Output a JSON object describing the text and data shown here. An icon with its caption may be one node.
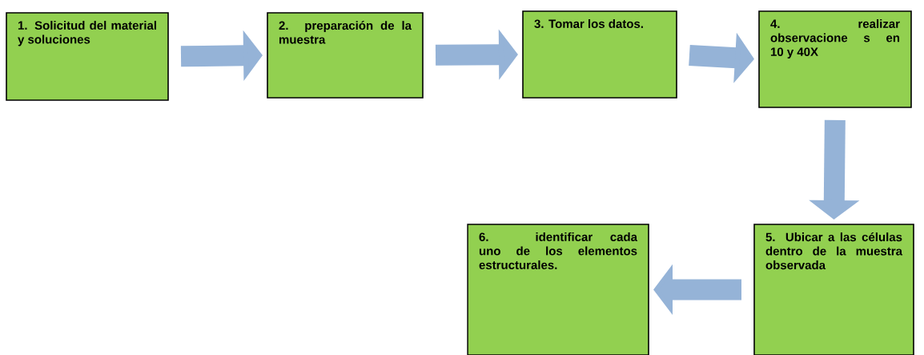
{
  "diagram": {
    "nodes": [
      {
        "text": [
          "1. Solicitud del material y soluciones"
        ]
      },
      {
        "text": [
          "2. preparación de la muestra"
        ]
      },
      {
        "text": [
          "3. Tomar los datos."
        ]
      },
      {
        "text": [
          "4. realizar observacione s en 10 y 40X"
        ]
      },
      {
        "text": [
          "5. Ubicar a las células dentro de la muestra observada"
        ]
      },
      {
        "text": [
          "6. identificar cada uno de los elementos estructurales."
        ]
      }
    ],
    "edges": [
      {
        "from": 0,
        "to": 1,
        "arrow": "to"
      },
      {
        "from": 1,
        "to": 2,
        "arrow": "to"
      },
      {
        "from": 2,
        "to": 3,
        "arrow": "to"
      },
      {
        "from": 3,
        "to": 4,
        "arrow": "to"
      },
      {
        "from": 4,
        "to": 5,
        "arrow": "to"
      }
    ]
  }
}
